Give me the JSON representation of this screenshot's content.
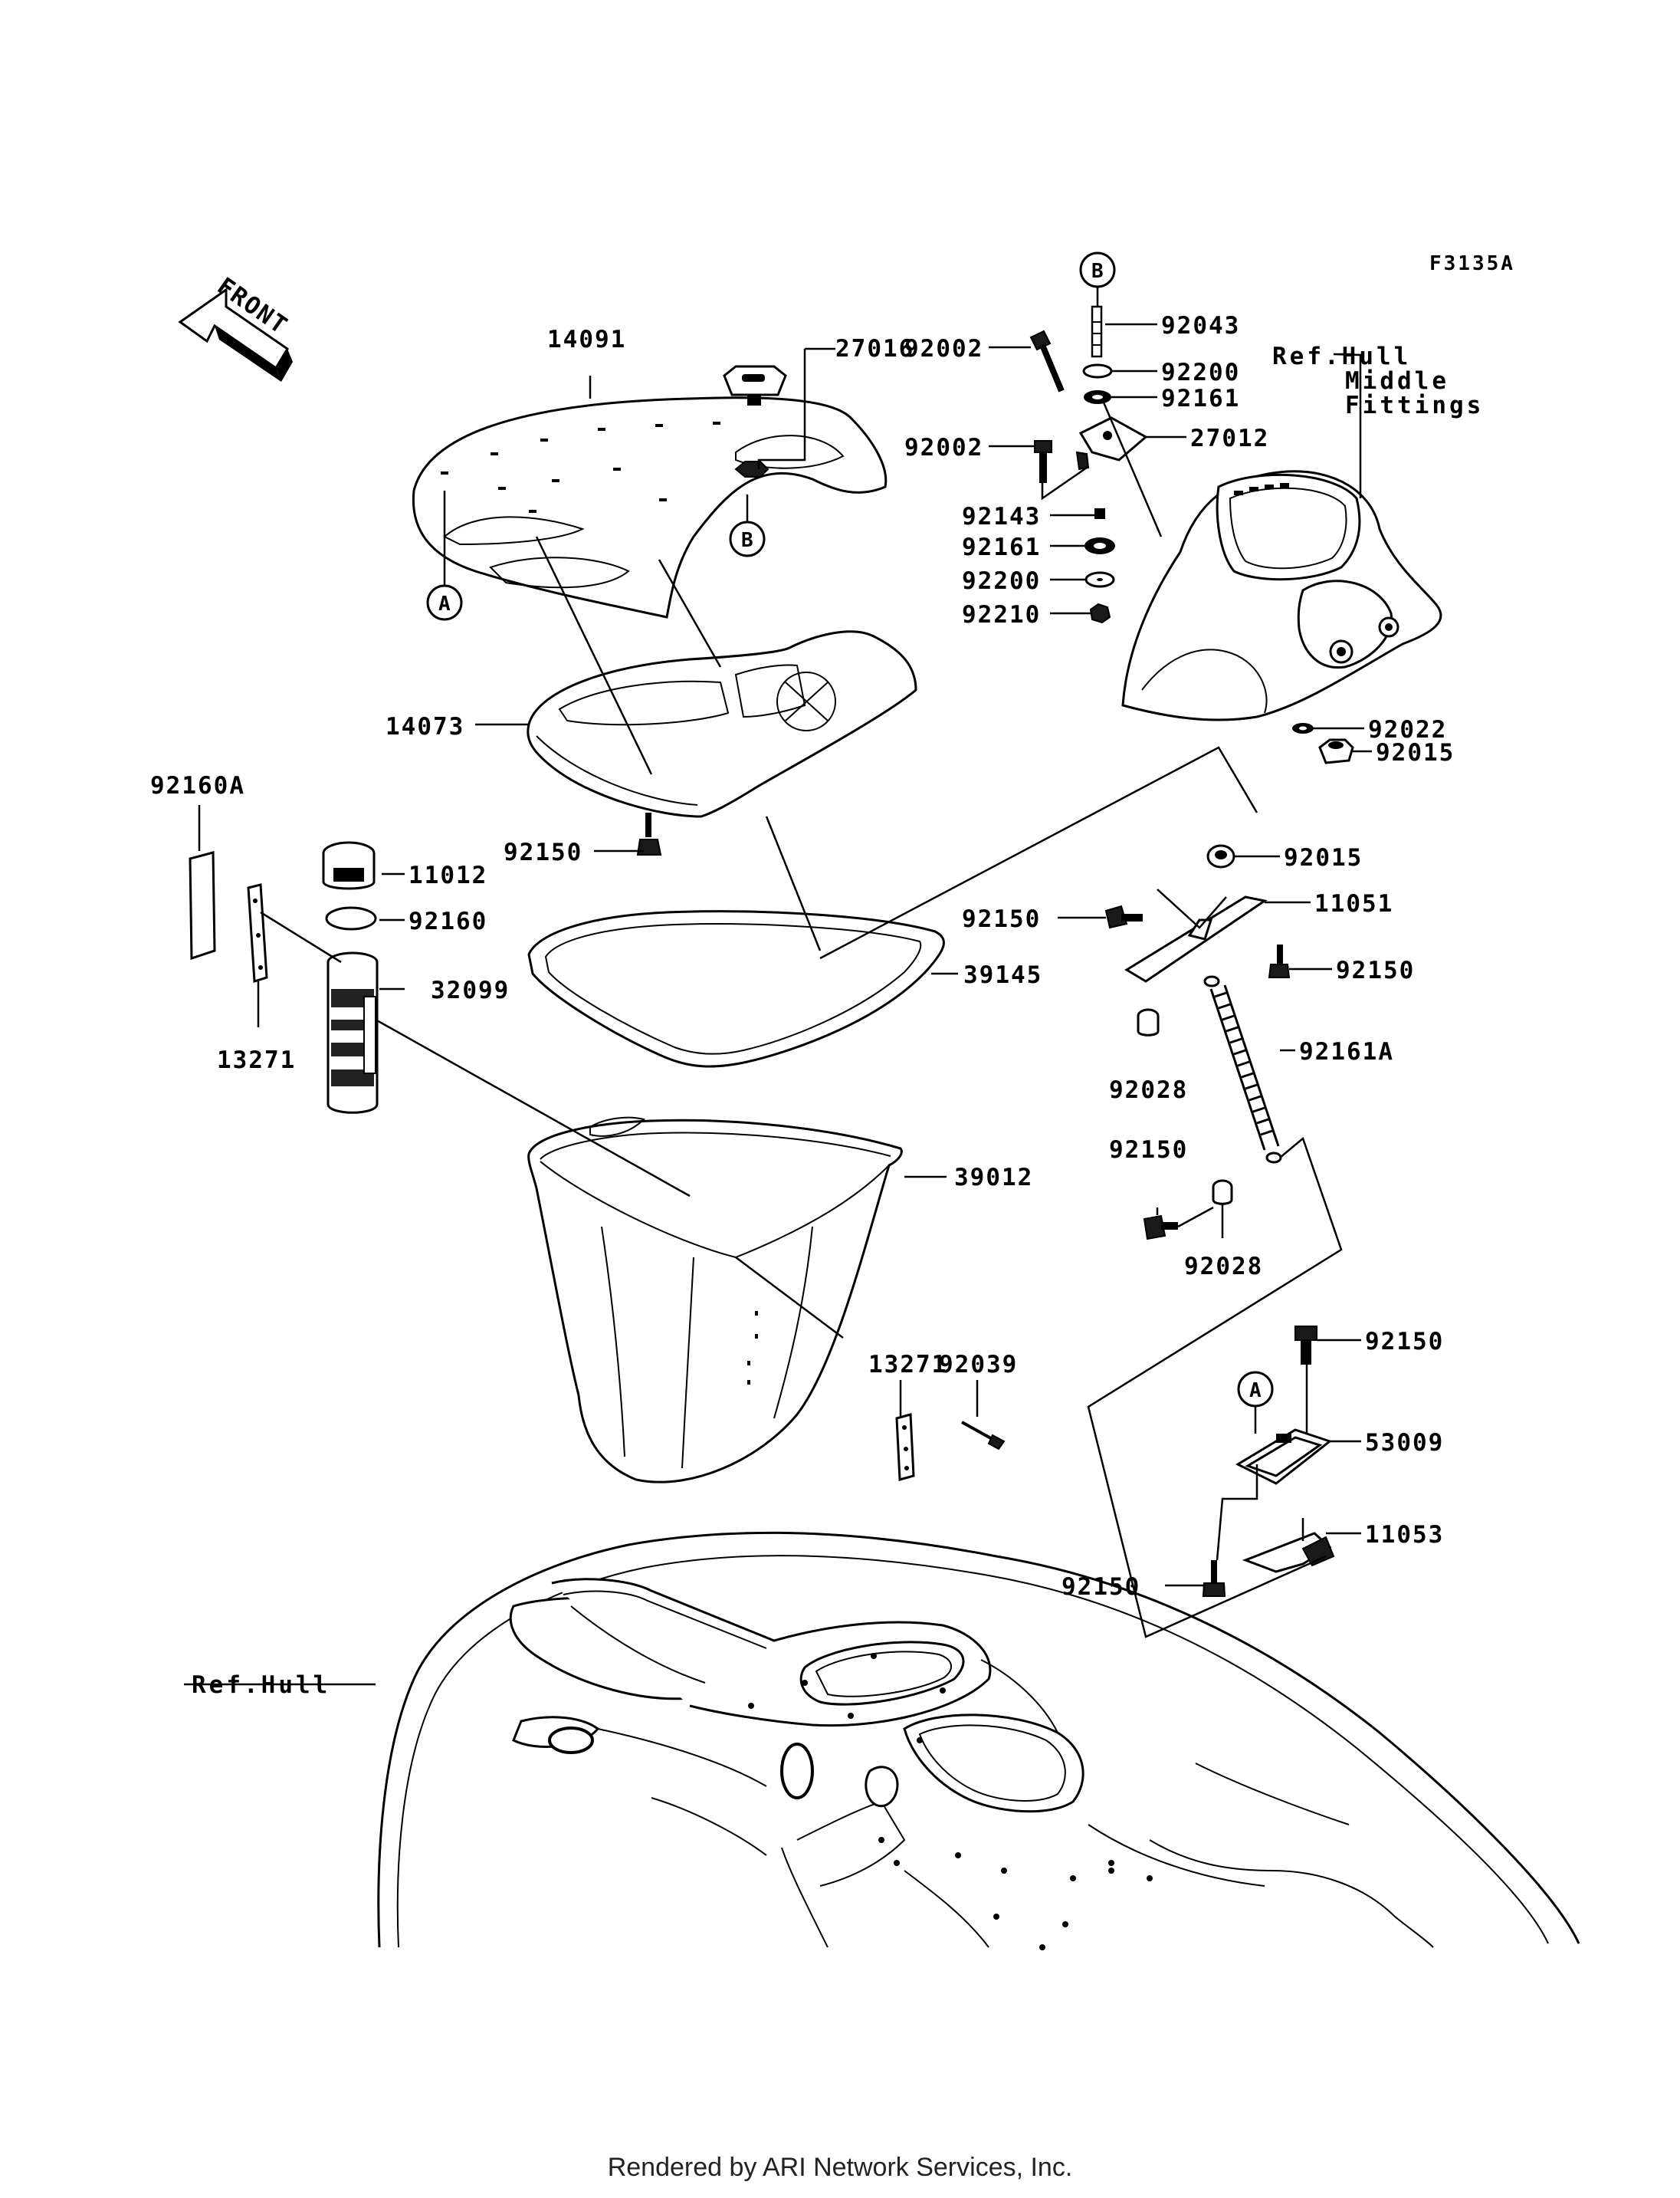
{
  "diagram": {
    "code": "F3135A",
    "front_label": "FRONT",
    "ref_hull": "Ref.Hull",
    "ref_middle_lines": [
      "Ref.Hull",
      "Middle",
      "Fittings"
    ],
    "markers": {
      "A": "A",
      "B": "B"
    },
    "parts": {
      "p14091": "14091",
      "p27016": "27016",
      "p14073": "14073",
      "p92160A": "92160A",
      "p11012": "11012",
      "p92160": "92160",
      "p32099": "32099",
      "p13271_left": "13271",
      "p92150_tray": "92150",
      "p39145": "39145",
      "p39012": "39012",
      "p13271_right": "13271",
      "p92039": "92039",
      "p92043": "92043",
      "p92200_top": "92200",
      "p92002_a": "92002",
      "p92161_top": "92161",
      "p92002_b": "92002",
      "p27012": "27012",
      "p92143": "92143",
      "p92161_mid": "92161",
      "p92200_mid": "92200",
      "p92210": "92210",
      "p92022": "92022",
      "p92015_a": "92015",
      "p92015_b": "92015",
      "p92150_a": "92150",
      "p11051": "11051",
      "p92150_b": "92150",
      "p92028_a": "92028",
      "p92161A": "92161A",
      "p92150_c": "92150",
      "p92028_b": "92028",
      "p92150_d": "92150",
      "p53009": "53009",
      "p11053": "11053",
      "p92150_e": "92150"
    }
  },
  "footer": "Rendered by ARI Network Services, Inc."
}
